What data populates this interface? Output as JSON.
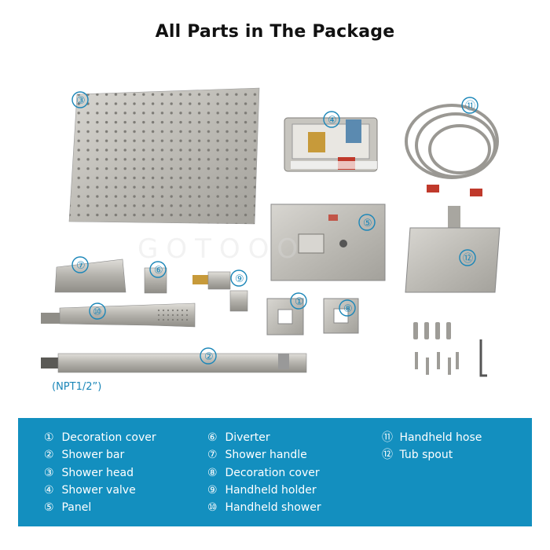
{
  "title": "All Parts in The Package",
  "npt_label": "(NPT1/2”)",
  "watermark": "GOTOOO",
  "callouts": [
    "①",
    "②",
    "③",
    "④",
    "⑤",
    "⑥",
    "⑦",
    "⑧",
    "⑨",
    "⑩",
    "⑪",
    "⑫"
  ],
  "legend": {
    "col1": [
      {
        "num": "①",
        "label": "Decoration cover"
      },
      {
        "num": "②",
        "label": "Shower bar"
      },
      {
        "num": "③",
        "label": "Shower head"
      },
      {
        "num": "④",
        "label": "Shower valve"
      },
      {
        "num": "⑤",
        "label": "Panel"
      }
    ],
    "col2": [
      {
        "num": "⑥",
        "label": "Diverter"
      },
      {
        "num": "⑦",
        "label": "Shower handle"
      },
      {
        "num": "⑧",
        "label": "Decoration cover"
      },
      {
        "num": "⑨",
        "label": "Handheld holder"
      },
      {
        "num": "⑩",
        "label": "Handheld shower"
      }
    ],
    "col3": [
      {
        "num": "⑪",
        "label": "Handheld hose"
      },
      {
        "num": "⑫",
        "label": "Tub spout"
      }
    ]
  },
  "colors": {
    "accent": "#1a86b8",
    "legend_bg": "#138fbf",
    "metal": "#b9b7b1"
  }
}
